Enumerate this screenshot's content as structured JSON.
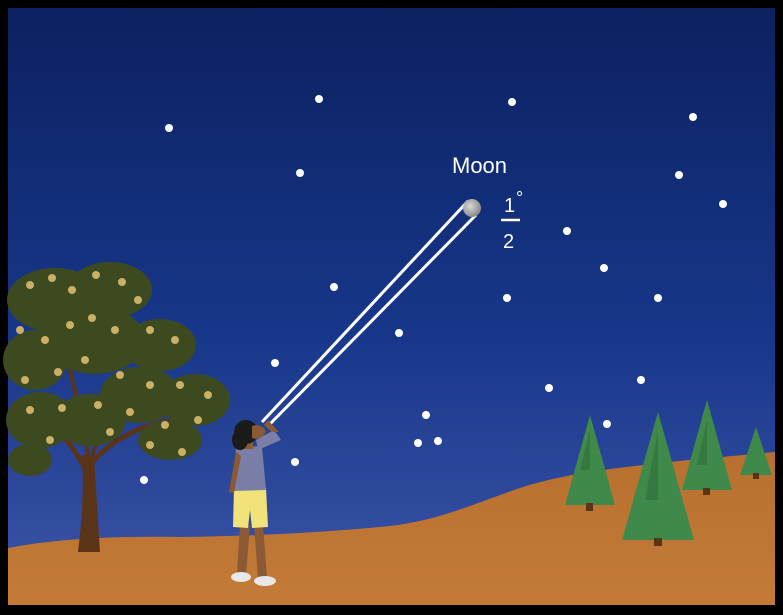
{
  "diagram": {
    "moon_label": "Moon",
    "angle_numerator": "1",
    "angle_degree_sign": "°",
    "angle_denominator": "2"
  },
  "colors": {
    "frame": "#000000",
    "sky_top": "#0c2463",
    "sky_mid": "#1a3a8c",
    "sky_horizon": "#3a4fa4",
    "ground": "#b36a2c",
    "ground_light": "#c98040",
    "star": "#ffffff",
    "moon": "#b0b0b0",
    "sight_lines": "#ffffff",
    "tree_foliage": "#3d4a20",
    "tree_highlight": "#c9b066",
    "pine": "#3f8a4a",
    "shirt": "#7a7fa8",
    "shorts": "#f2e27a",
    "skin": "#8a5a35"
  },
  "icons": [
    "moon-icon",
    "star-icon",
    "tree-icon",
    "pine-tree-icon",
    "person-icon"
  ]
}
